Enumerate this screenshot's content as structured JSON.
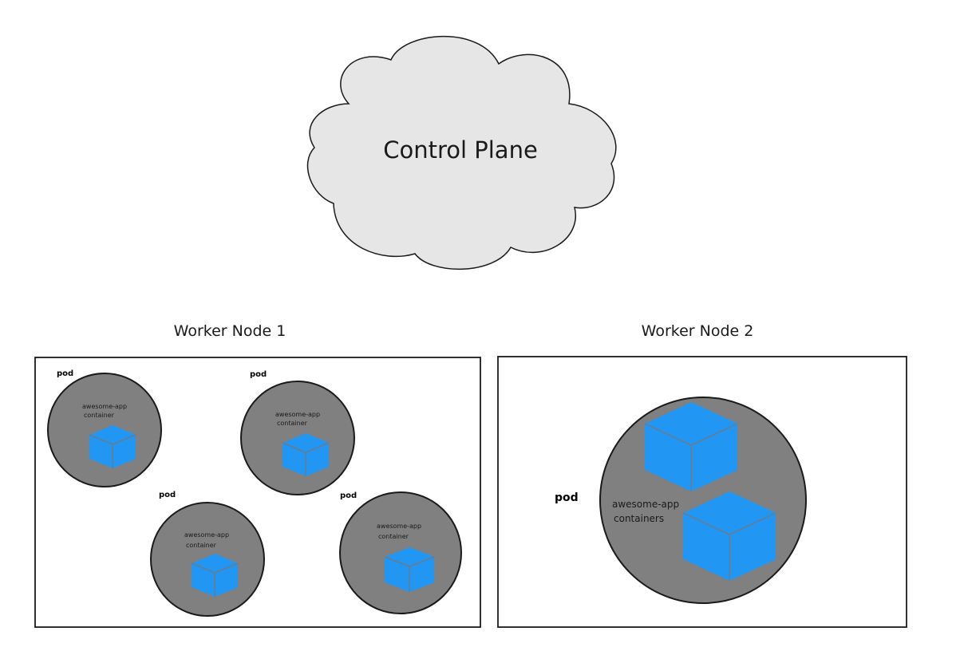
{
  "control_plane": {
    "label": "Control Plane"
  },
  "colors": {
    "cloud_fill": "#e6e6e6",
    "pod_fill": "#808080",
    "container_blue": "#2196f3",
    "outline": "#1a1a1a"
  },
  "worker_nodes": [
    {
      "title": "Worker Node 1",
      "pods": [
        {
          "label": "pod",
          "container_line1": "awesome-app",
          "container_line2": "container",
          "containers": 1
        },
        {
          "label": "pod",
          "container_line1": "awesome-app",
          "container_line2": "container",
          "containers": 1
        },
        {
          "label": "pod",
          "container_line1": "awesome-app",
          "container_line2": "container",
          "containers": 1
        },
        {
          "label": "pod",
          "container_line1": "awesome-app",
          "container_line2": "container",
          "containers": 1
        }
      ]
    },
    {
      "title": "Worker Node 2",
      "pods": [
        {
          "label": "pod",
          "container_line1": "awesome-app",
          "container_line2": "containers",
          "containers": 2
        }
      ]
    }
  ]
}
